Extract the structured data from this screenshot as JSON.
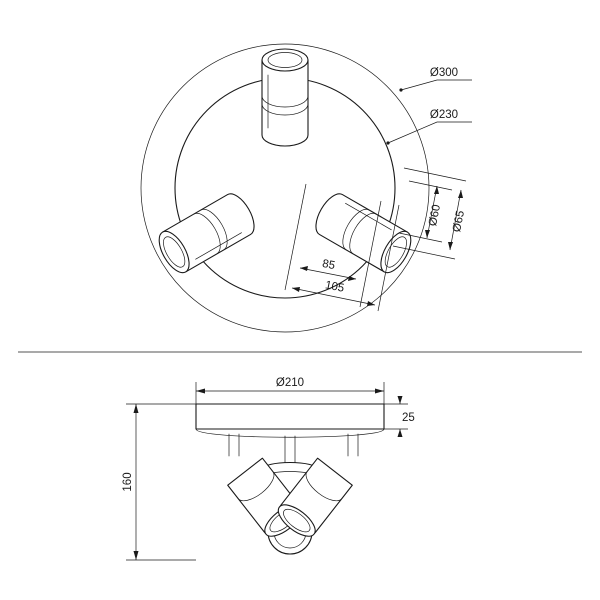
{
  "drawing": {
    "title": "",
    "views": [
      {
        "name": "top-view",
        "label": ""
      },
      {
        "name": "side-view",
        "label": ""
      }
    ]
  },
  "dimensions": {
    "top_view": [
      {
        "id": "outer-circle",
        "label": "Ø300"
      },
      {
        "id": "inner-circle",
        "label": "Ø230"
      },
      {
        "id": "spot-body-length",
        "label": "85"
      },
      {
        "id": "spot-total-length",
        "label": "105"
      },
      {
        "id": "spot-inner-diameter",
        "label": "Ø60"
      },
      {
        "id": "spot-outer-diameter",
        "label": "Ø65"
      }
    ],
    "side_view": [
      {
        "id": "base-plate-diameter",
        "label": "Ø210"
      },
      {
        "id": "base-plate-thickness",
        "label": "25"
      },
      {
        "id": "overall-height",
        "label": "160"
      }
    ]
  },
  "colors": {
    "line": "#1a1a1a",
    "background": "#ffffff"
  }
}
